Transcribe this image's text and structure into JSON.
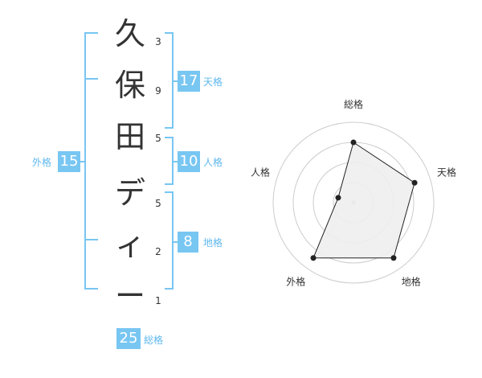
{
  "name": {
    "characters": [
      {
        "char": "久",
        "strokes": "3"
      },
      {
        "char": "保",
        "strokes": "9"
      },
      {
        "char": "田",
        "strokes": "5"
      },
      {
        "char": "デ",
        "strokes": "5"
      },
      {
        "char": "ィ",
        "strokes": "2"
      },
      {
        "char": "ー",
        "strokes": "1"
      }
    ]
  },
  "kakusu": {
    "tenkaku": {
      "value": "17",
      "label": "天格"
    },
    "jinkaku": {
      "value": "10",
      "label": "人格"
    },
    "chikaku": {
      "value": "8",
      "label": "地格"
    },
    "gaikaku": {
      "value": "15",
      "label": "外格"
    },
    "soukaku": {
      "value": "25",
      "label": "総格"
    }
  },
  "radar": {
    "axes": [
      "総格",
      "天格",
      "地格",
      "外格",
      "人格"
    ],
    "values": [
      0.75,
      0.8,
      0.85,
      0.85,
      0.2
    ],
    "rings": 4,
    "colors": {
      "grid": "#cccccc",
      "fill": "#eeeeee",
      "stroke": "#222222",
      "point": "#222222",
      "center": "#bbbbbb"
    }
  },
  "colors": {
    "accent": "#78c6f2",
    "accent_text": "#5fb8ee",
    "text": "#333333"
  }
}
